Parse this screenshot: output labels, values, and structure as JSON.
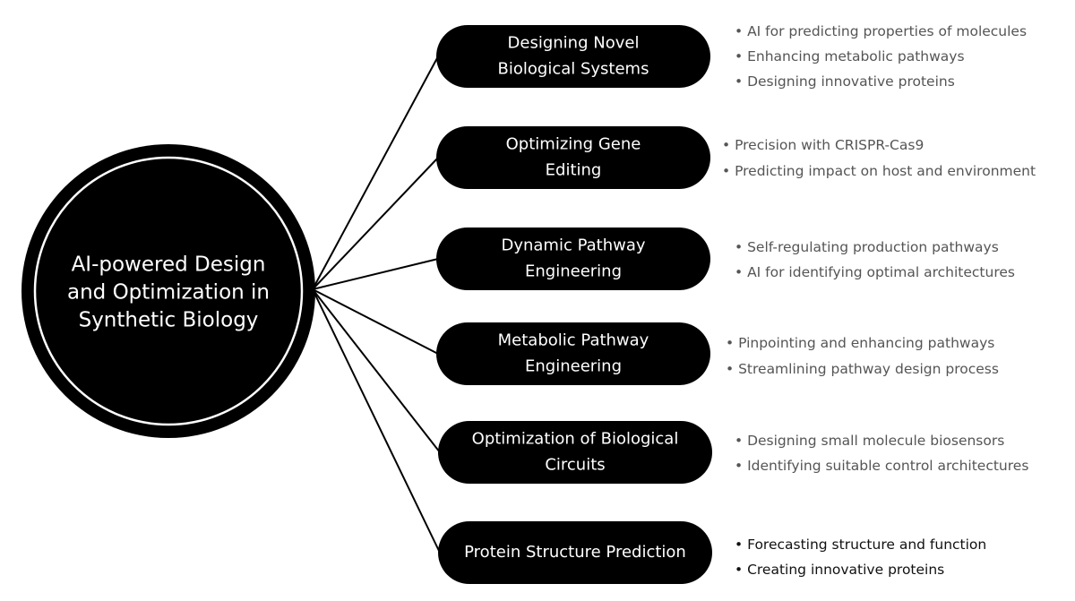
{
  "center": {
    "lines": [
      "AI-powered Design",
      "and Optimization in",
      "Synthetic Biology"
    ]
  },
  "branches": [
    {
      "title_lines": [
        "Designing Novel",
        "Biological Systems"
      ],
      "bullets": [
        "AI for predicting properties of molecules",
        "Enhancing metabolic pathways",
        "Designing innovative proteins"
      ]
    },
    {
      "title_lines": [
        "Optimizing Gene",
        "Editing"
      ],
      "bullets": [
        "Precision with CRISPR-Cas9",
        "Predicting impact on host and environment"
      ]
    },
    {
      "title_lines": [
        "Dynamic Pathway",
        "Engineering"
      ],
      "bullets": [
        "Self-regulating production pathways",
        "AI for identifying optimal architectures"
      ]
    },
    {
      "title_lines": [
        "Metabolic Pathway",
        "Engineering"
      ],
      "bullets": [
        "Pinpointing and enhancing pathways",
        "Streamlining pathway design process"
      ]
    },
    {
      "title_lines": [
        "Optimization of Biological",
        "Circuits"
      ],
      "bullets": [
        "Designing small molecule biosensors",
        "Identifying suitable control architectures"
      ]
    },
    {
      "title_lines": [
        "Protein Structure Prediction"
      ],
      "bullets": [
        "Forecasting structure and function",
        "Creating innovative proteins"
      ]
    }
  ],
  "colors": {
    "node_fill": "#000000",
    "node_text": "#ffffff",
    "ring": "#ffffff",
    "bullet_text": "#555555",
    "bullet_text_last": "#111111",
    "connector": "#000000"
  }
}
